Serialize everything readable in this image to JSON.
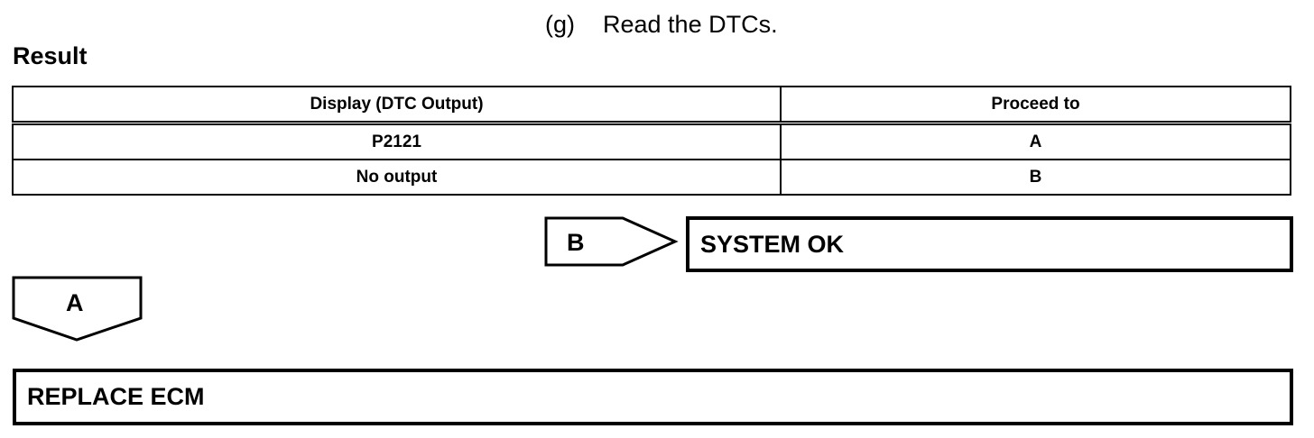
{
  "step": {
    "label": "(g)",
    "text": "Read the DTCs."
  },
  "result_heading": "Result",
  "table": {
    "headers": [
      "Display (DTC Output)",
      "Proceed to"
    ],
    "rows": [
      [
        "P2121",
        "A"
      ],
      [
        "No output",
        "B"
      ]
    ]
  },
  "flow": {
    "branch_b": {
      "tag": "B",
      "result": "SYSTEM OK"
    },
    "branch_a": {
      "tag": "A",
      "result": "REPLACE ECM"
    }
  }
}
